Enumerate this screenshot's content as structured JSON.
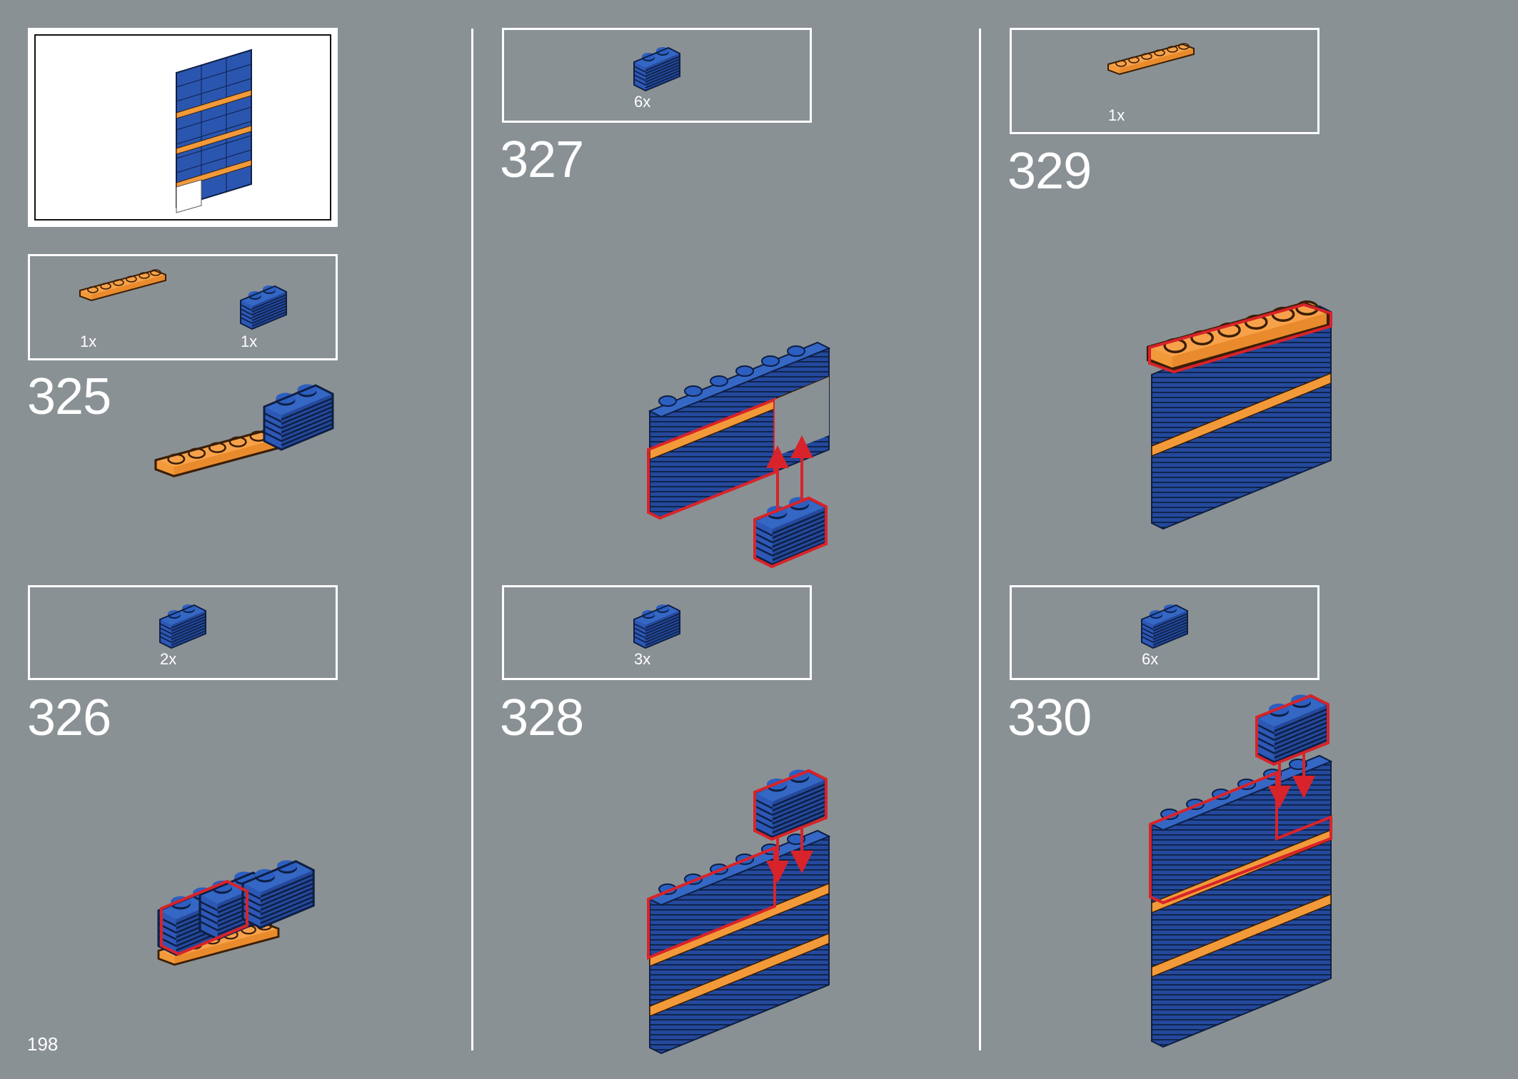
{
  "page": {
    "number": "198"
  },
  "steps": [
    {
      "id": "325",
      "parts": [
        {
          "qty": "1x",
          "part": "orange-plate-1x6"
        },
        {
          "qty": "1x",
          "part": "blue-grille-brick-1x2"
        }
      ]
    },
    {
      "id": "326",
      "parts": [
        {
          "qty": "2x",
          "part": "blue-grille-brick-1x2"
        }
      ]
    },
    {
      "id": "327",
      "parts": [
        {
          "qty": "6x",
          "part": "blue-grille-brick-1x2"
        }
      ]
    },
    {
      "id": "328",
      "parts": [
        {
          "qty": "3x",
          "part": "blue-grille-brick-1x2"
        }
      ]
    },
    {
      "id": "329",
      "parts": [
        {
          "qty": "1x",
          "part": "orange-plate-1x6"
        }
      ]
    },
    {
      "id": "330",
      "parts": [
        {
          "qty": "6x",
          "part": "blue-grille-brick-1x2"
        }
      ]
    }
  ],
  "colors": {
    "background": "#8a9194",
    "brick_blue": "#2a56b0",
    "plate_orange": "#f29a3a",
    "highlight_red": "#d8232a",
    "frame_white": "#ffffff"
  }
}
